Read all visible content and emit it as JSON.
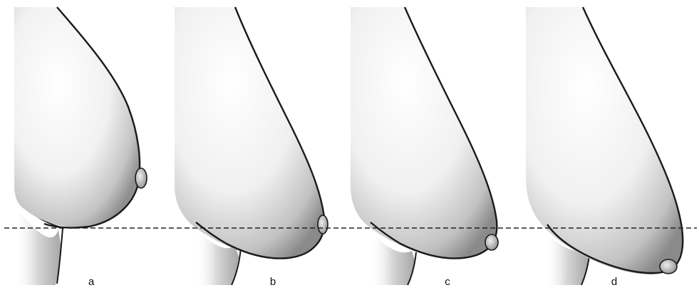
{
  "diagram": {
    "panels": [
      {
        "label": "a"
      },
      {
        "label": "b"
      },
      {
        "label": "c"
      },
      {
        "label": "d"
      }
    ],
    "reference_line": {
      "style": "dashed",
      "color": "#222222"
    },
    "colors": {
      "outline": "#1a1a1a",
      "shade_light": "#ffffff",
      "shade_dark": "#8a8a8a"
    }
  }
}
